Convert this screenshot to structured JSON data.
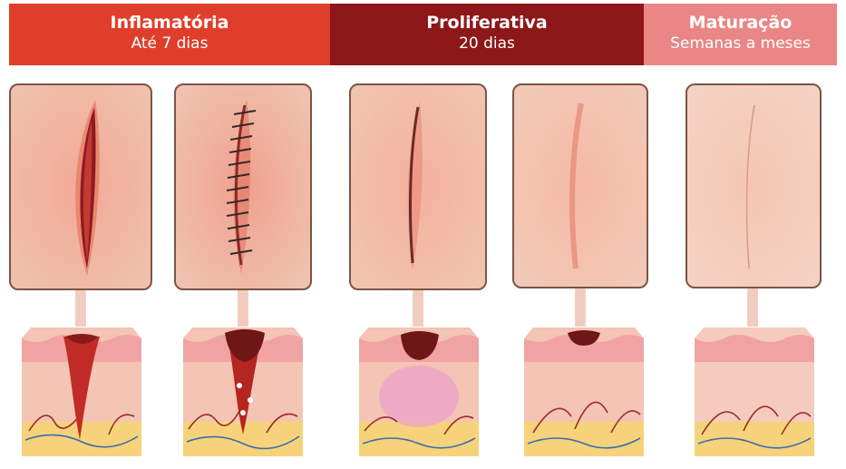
{
  "phases": [
    {
      "title": "Inflamatória",
      "duration": "Até 7 dias",
      "color": "#df3f2a"
    },
    {
      "title": "Proliferativa",
      "duration": "20 dias",
      "color": "#8e1719"
    },
    {
      "title": "Maturação",
      "duration": "Semanas a meses",
      "color": "#ea8686"
    }
  ]
}
